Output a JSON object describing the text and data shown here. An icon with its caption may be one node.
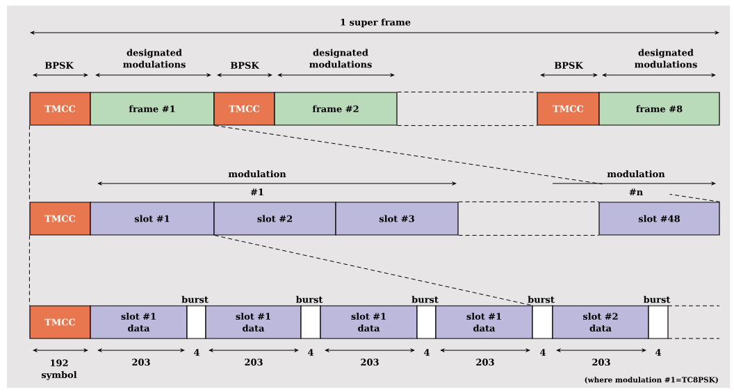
{
  "diagram": {
    "nodes": [
      {
        "text": [
          "TMCC"
        ]
      },
      {
        "text": [
          "frame #1"
        ]
      },
      {
        "text": [
          "TMCC"
        ]
      },
      {
        "text": [
          "frame #2"
        ]
      },
      {
        "text": [
          "TMCC"
        ]
      },
      {
        "text": [
          "frame #8"
        ]
      },
      {
        "text": [
          "TMCC"
        ]
      },
      {
        "text": [
          "slot #1"
        ]
      },
      {
        "text": [
          "slot #2"
        ]
      },
      {
        "text": [
          "slot #3"
        ]
      },
      {
        "text": [
          "slot #48"
        ]
      },
      {
        "text": [
          "TMCC"
        ]
      },
      {
        "text": [
          "slot #1 data"
        ]
      },
      {
        "text": [],
        "shape": "box",
        "beside": [
          "burst"
        ]
      },
      {
        "text": [
          "slot #1 data"
        ]
      },
      {
        "text": [],
        "shape": "box",
        "beside": [
          "burst"
        ]
      },
      {
        "text": [
          "slot #1 data"
        ]
      },
      {
        "text": [],
        "shape": "box",
        "beside": [
          "burst"
        ]
      },
      {
        "text": [
          "slot #1 data"
        ]
      },
      {
        "text": [],
        "shape": "box",
        "beside": [
          "burst"
        ]
      },
      {
        "text": [
          "slot #2 data"
        ]
      },
      {
        "text": [],
        "shape": "box",
        "beside": [
          "burst"
        ]
      }
    ],
    "edges": [
      {
        "from": 3,
        "to": 4,
        "arrow": "none",
        "style": "dashed"
      },
      {
        "from": 3,
        "to": 4,
        "arrow": "none",
        "style": "dashed"
      },
      {
        "from": 0,
        "to": 6,
        "arrow": "none",
        "style": "dashed"
      },
      {
        "from": 1,
        "to": 10,
        "arrow": "none",
        "style": "dashed"
      },
      {
        "from": 9,
        "to": 10,
        "arrow": "none",
        "style": "dashed"
      },
      {
        "from": 9,
        "to": 10,
        "arrow": "none",
        "style": "dashed"
      },
      {
        "from": 6,
        "to": 11,
        "arrow": "none",
        "style": "dashed"
      },
      {
        "from": 7,
        "to": 19,
        "arrow": "none",
        "style": "dashed"
      }
    ],
    "labels": [
      "1 super frame",
      "BPSK",
      "designated modulations",
      "BPSK",
      "designated modulations",
      "BPSK",
      "designated modulations",
      "modulation #1",
      "modulation #n",
      "192 symbol",
      "203",
      "4",
      "203",
      "4",
      "203",
      "4",
      "203",
      "4",
      "203",
      "4",
      "(where modulation #1=TC8PSK)"
    ]
  }
}
